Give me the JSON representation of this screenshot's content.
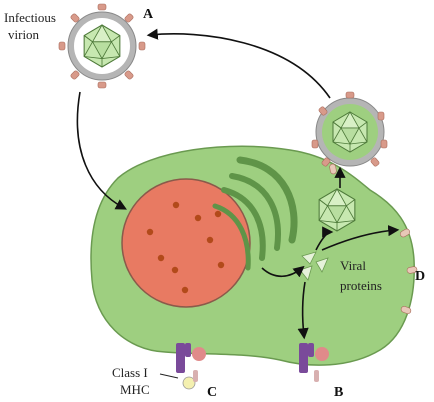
{
  "labels": {
    "infectious_virion_line1": "Infectious",
    "infectious_virion_line2": "virion",
    "viral_proteins_line1": "Viral",
    "viral_proteins_line2": "proteins",
    "class_i_mhc_line1": "Class I",
    "class_i_mhc_line2": "MHC",
    "letter_a": "A",
    "letter_b": "B",
    "letter_c": "C",
    "letter_d": "D"
  },
  "colors": {
    "cell_fill": "#9ecf80",
    "cell_stroke": "#6a9a50",
    "nucleus_fill": "#e87a62",
    "nucleus_dots": "#b24a1a",
    "golgi": "#6aa050",
    "capsid": "#bfe3a6",
    "envelope": "#a8a8a8",
    "spike": "#d89a8a",
    "mhc_purple": "#7a4a9a",
    "peptide_pink": "#e08a8a",
    "b2m_yellow": "#f4f0b0"
  }
}
